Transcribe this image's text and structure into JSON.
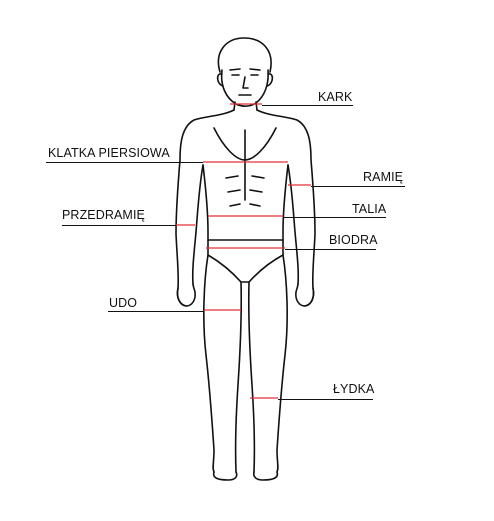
{
  "diagram": {
    "labels": {
      "kark": "KARK",
      "klatka": "KLATKA PIERSIOWA",
      "ramie": "RAMIĘ",
      "przedramie": "PRZEDRAMIĘ",
      "talia": "TALIA",
      "biodra": "BIODRA",
      "udo": "UDO",
      "lydka": "ŁYDKA"
    },
    "colors": {
      "outline": "#111111",
      "measure_line": "#e0303a",
      "background": "#ffffff"
    }
  }
}
